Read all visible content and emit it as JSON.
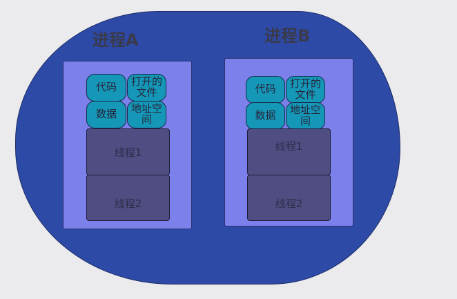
{
  "processes": [
    {
      "title": "进程A",
      "resources": {
        "code": "代码",
        "open_files": "打开的文件",
        "data": "数据",
        "address_space": "地址空间"
      },
      "threads": [
        "线程1",
        "线程2"
      ]
    },
    {
      "title": "进程B",
      "resources": {
        "code": "代码",
        "open_files": "打开的文件",
        "data": "数据",
        "address_space": "地址空间"
      },
      "threads": [
        "线程1",
        "线程2"
      ]
    }
  ],
  "colors": {
    "background": "#ebebed",
    "container": "#2d4aa7",
    "process_panel": "#7b80ea",
    "resource_pill": "#1597b8",
    "thread_box": "#504d82"
  }
}
